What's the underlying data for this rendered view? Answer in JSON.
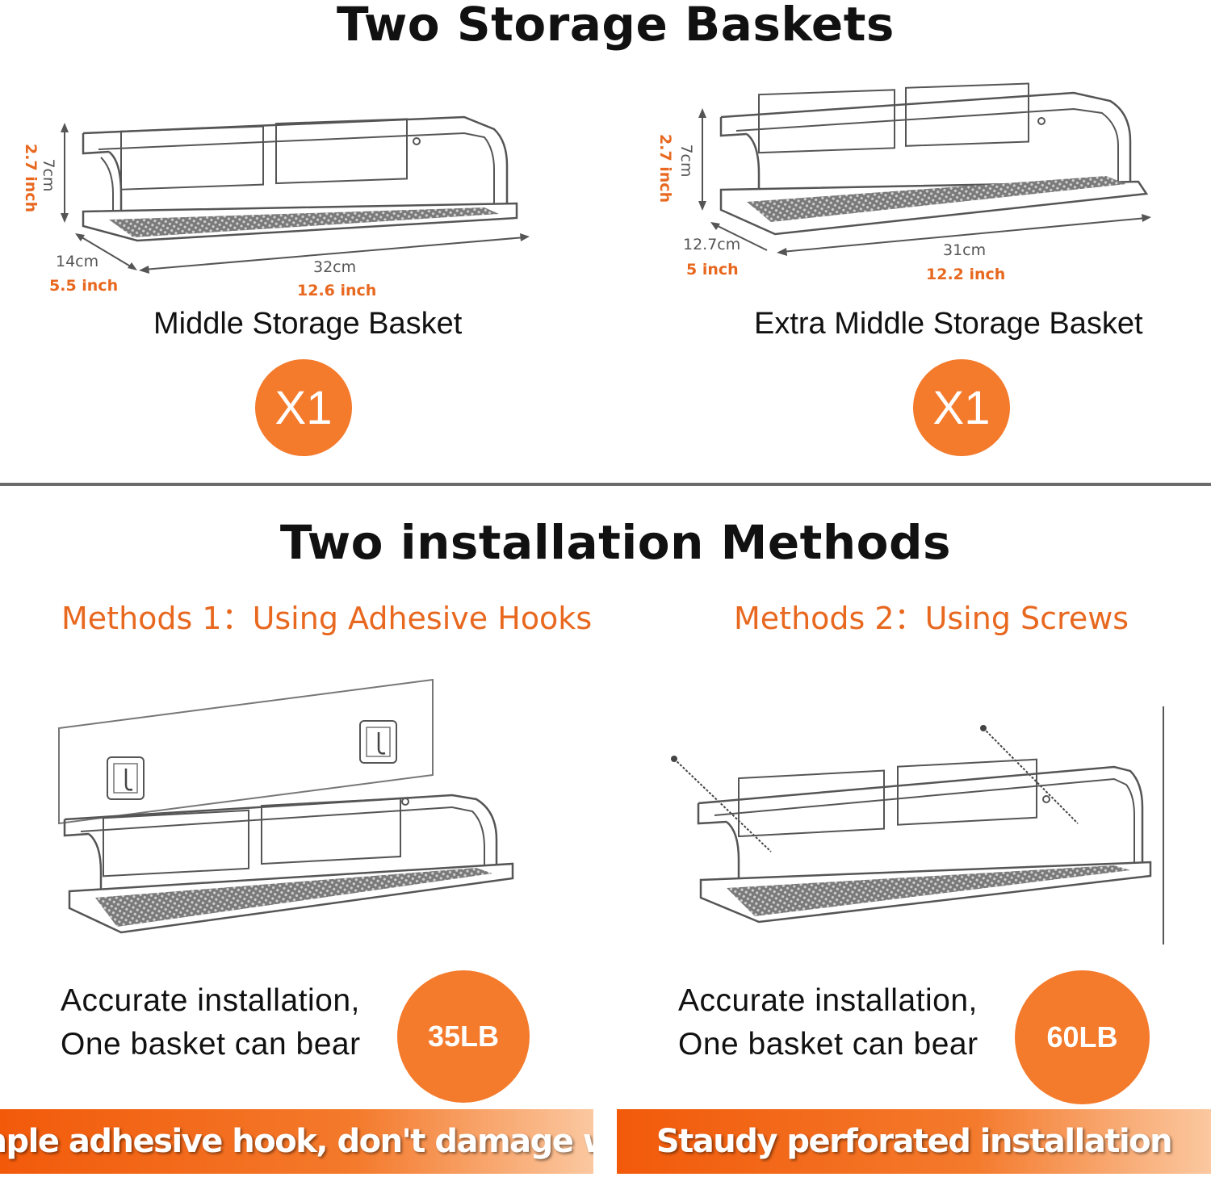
{
  "section1": {
    "title": "Two Storage Baskets",
    "left": {
      "height_cm": "7cm",
      "height_in": "2.7 inch",
      "depth_cm": "14cm",
      "depth_in": "5.5 inch",
      "width_cm": "32cm",
      "width_in": "12.6 inch",
      "caption": "Middle Storage Basket",
      "quantity": "X1"
    },
    "right": {
      "height_cm": "7cm",
      "height_in": "2.7 inch",
      "depth_cm": "12.7cm",
      "depth_in": "5 inch",
      "width_cm": "31cm",
      "width_in": "12.2 inch",
      "caption": "Extra Middle Storage Basket",
      "quantity": "X1"
    }
  },
  "section2": {
    "title": "Two installation Methods",
    "method1": {
      "heading": "Methods 1：Using Adhesive Hooks",
      "line1": "Accurate installation,",
      "line2": "One basket can bear",
      "load": "35LB",
      "banner": "Simple adhesive hook, don't damage wall"
    },
    "method2": {
      "heading": "Methods 2：Using Screws",
      "line1": "Accurate installation,",
      "line2": "One basket can bear",
      "load": "60LB",
      "banner": "Staudy perforated installation"
    }
  },
  "colors": {
    "accent": "#f47a2c",
    "accent_text": "#e8681f",
    "divider": "#6b6b6b"
  }
}
